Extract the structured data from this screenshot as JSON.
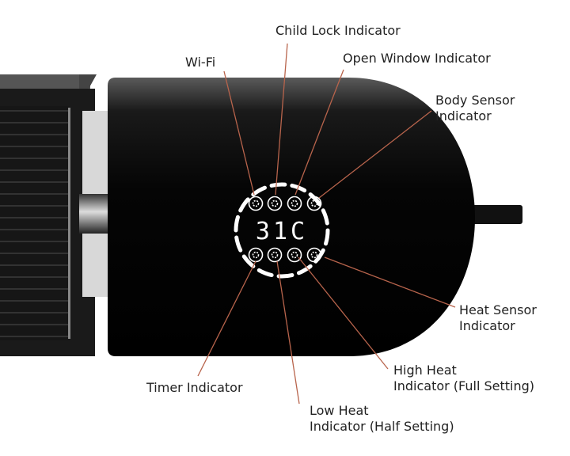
{
  "labels": {
    "wifi": "Wi-Fi",
    "child_lock": "Child Lock Indicator",
    "open_window": "Open Window Indicator",
    "body_sensor_1": "Body Sensor",
    "body_sensor_2": "Indicator",
    "heat_sensor_1": "Heat Sensor",
    "heat_sensor_2": "Indicator",
    "high_heat_1": "High Heat",
    "high_heat_2": "Indicator (Full Setting)",
    "low_heat_1": "Low Heat",
    "low_heat_2": "Indicator (Half Setting)",
    "timer": "Timer Indicator"
  },
  "display": {
    "temperature": "31C"
  },
  "icons": {
    "top": [
      "wifi-icon",
      "lock-icon",
      "window-icon",
      "body-sensor-icon"
    ],
    "bottom": [
      "timer-icon",
      "low-heat-icon",
      "high-heat-icon",
      "heat-sensor-icon"
    ]
  },
  "colors": {
    "leader_line": "#b8644c",
    "body": "#050505",
    "display": "#ffffff"
  }
}
